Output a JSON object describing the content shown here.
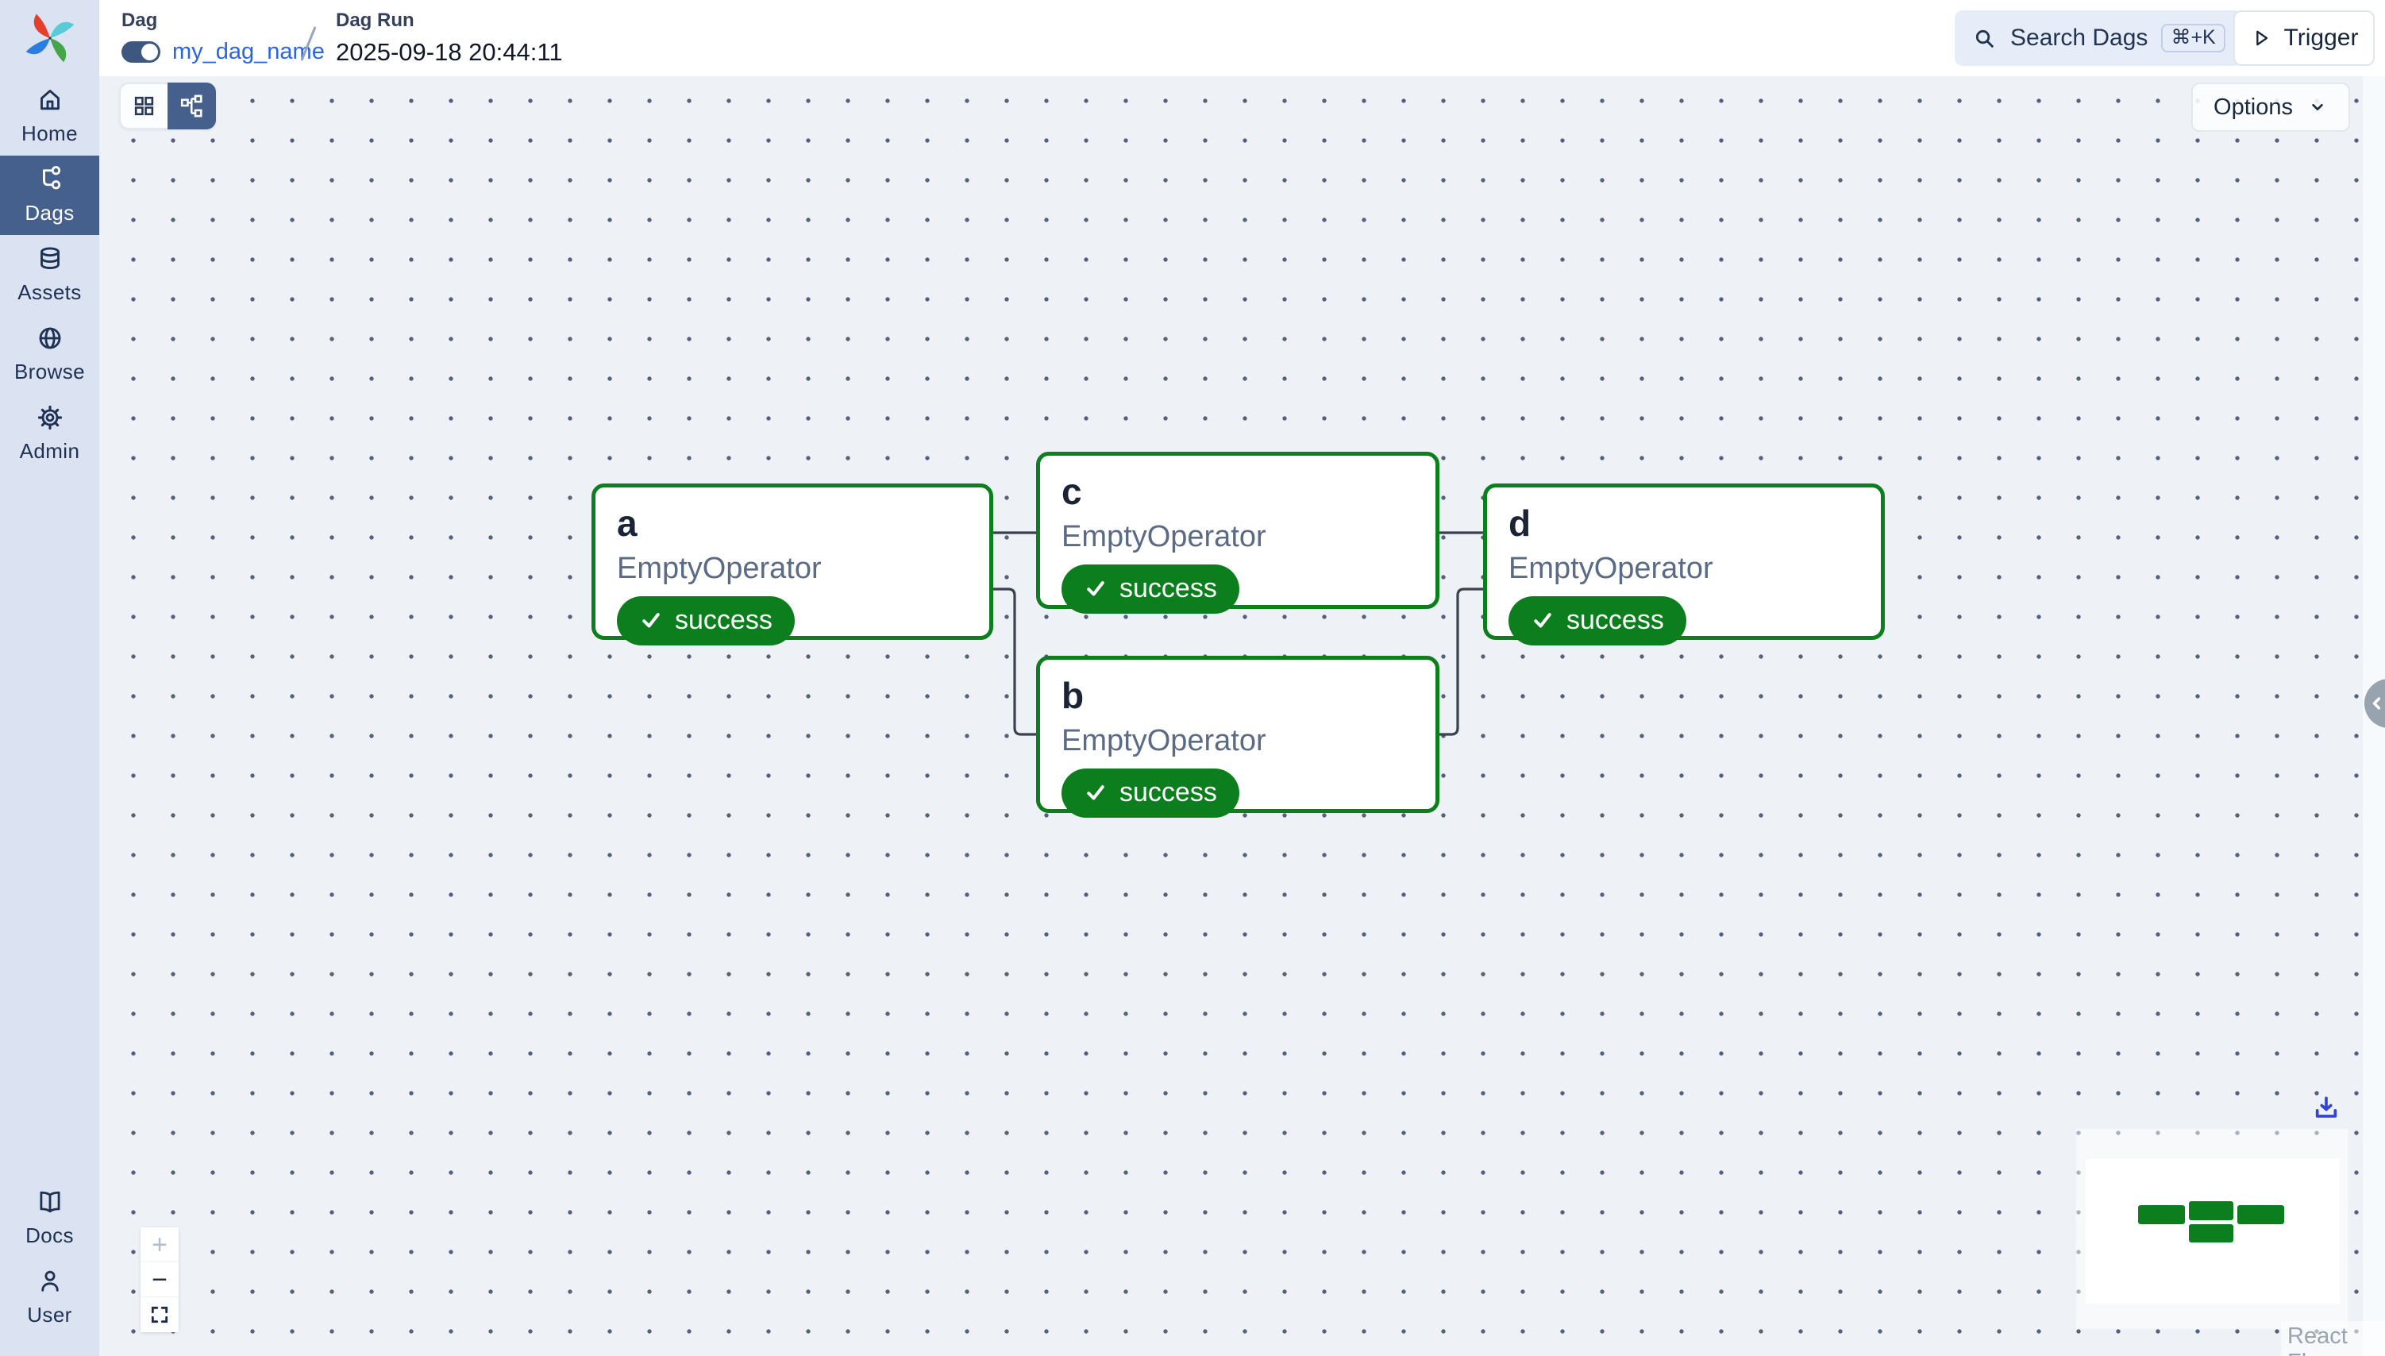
{
  "app": {
    "name": "Airflow"
  },
  "sidebar": {
    "items": [
      {
        "label": "Home",
        "icon": "home-icon",
        "active": false
      },
      {
        "label": "Dags",
        "icon": "dags-icon",
        "active": true
      },
      {
        "label": "Assets",
        "icon": "assets-icon",
        "active": false
      },
      {
        "label": "Browse",
        "icon": "browse-icon",
        "active": false
      },
      {
        "label": "Admin",
        "icon": "admin-icon",
        "active": false
      }
    ],
    "bottom_items": [
      {
        "label": "Docs",
        "icon": "docs-icon"
      },
      {
        "label": "User",
        "icon": "user-icon"
      }
    ]
  },
  "header": {
    "breadcrumb": {
      "dag_label": "Dag",
      "dag_toggle_on": true,
      "dag_name": "my_dag_name",
      "run_label": "Dag Run",
      "run_timestamp": "2025-09-18 20:44:11"
    },
    "search": {
      "label": "Search Dags",
      "shortcut": "⌘+K",
      "icon": "search-icon"
    },
    "trigger_label": "Trigger"
  },
  "canvas": {
    "view_toggle": {
      "left_icon": "grid-view-icon",
      "right_icon": "graph-view-icon",
      "active": "graph"
    },
    "options_label": "Options",
    "zoom_controls": {
      "plus": "+",
      "minus": "−",
      "fullscreen_icon": "fullscreen-icon",
      "plus_disabled": true
    },
    "attribution": "React Flow"
  },
  "graph": {
    "nodes": [
      {
        "id": "a",
        "operator": "EmptyOperator",
        "status": "success"
      },
      {
        "id": "c",
        "operator": "EmptyOperator",
        "status": "success"
      },
      {
        "id": "b",
        "operator": "EmptyOperator",
        "status": "success"
      },
      {
        "id": "d",
        "operator": "EmptyOperator",
        "status": "success"
      }
    ],
    "edges": [
      {
        "from": "a",
        "to": "c"
      },
      {
        "from": "a",
        "to": "b"
      },
      {
        "from": "c",
        "to": "d"
      },
      {
        "from": "b",
        "to": "d"
      }
    ],
    "minimap_nodes": [
      "a",
      "c",
      "d",
      "b"
    ]
  },
  "colors": {
    "success_green": "#0d7e1d",
    "sidebar_bg": "#dbe2f1",
    "sidebar_active": "#45608c",
    "link_blue": "#2b65e3",
    "edge": "#3a4150",
    "canvas_bg": "#eef2f7",
    "download_blue": "#2f46cf"
  }
}
